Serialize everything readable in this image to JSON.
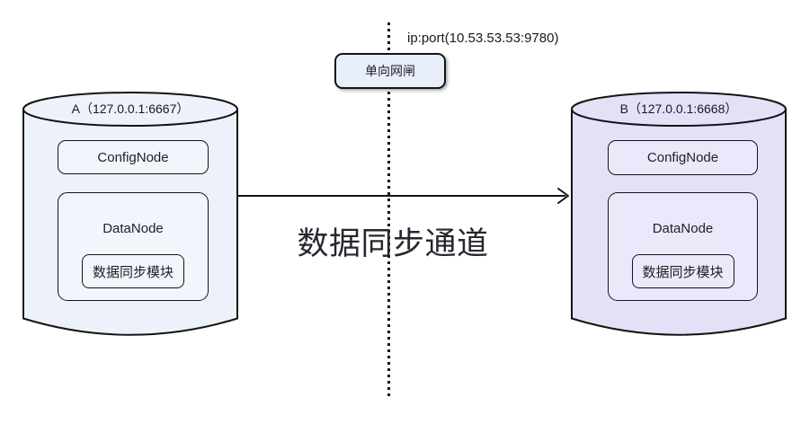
{
  "diagram": {
    "gateway": {
      "label": "单向网闸",
      "ip_port": "ip:port(10.53.53.53:9780)"
    },
    "channel_label": "数据同步通道",
    "node_a": {
      "title": "A（127.0.0.1:6667）",
      "config_node_label": "ConfigNode",
      "data_node_label": "DataNode",
      "sync_module_label": "数据同步模块",
      "fill": "#EDF2FA",
      "box_fill": "#F1F5FC"
    },
    "node_b": {
      "title": "B（127.0.0.1:6668）",
      "config_node_label": "ConfigNode",
      "data_node_label": "DataNode",
      "sync_module_label": "数据同步模块",
      "fill": "#E6E0F7",
      "box_fill": "#ECE7FA"
    },
    "colors": {
      "stroke": "#141414",
      "text": "#1f1f28",
      "gateway_fill": "#E9EFFA",
      "background": "#FFFFFF"
    }
  }
}
